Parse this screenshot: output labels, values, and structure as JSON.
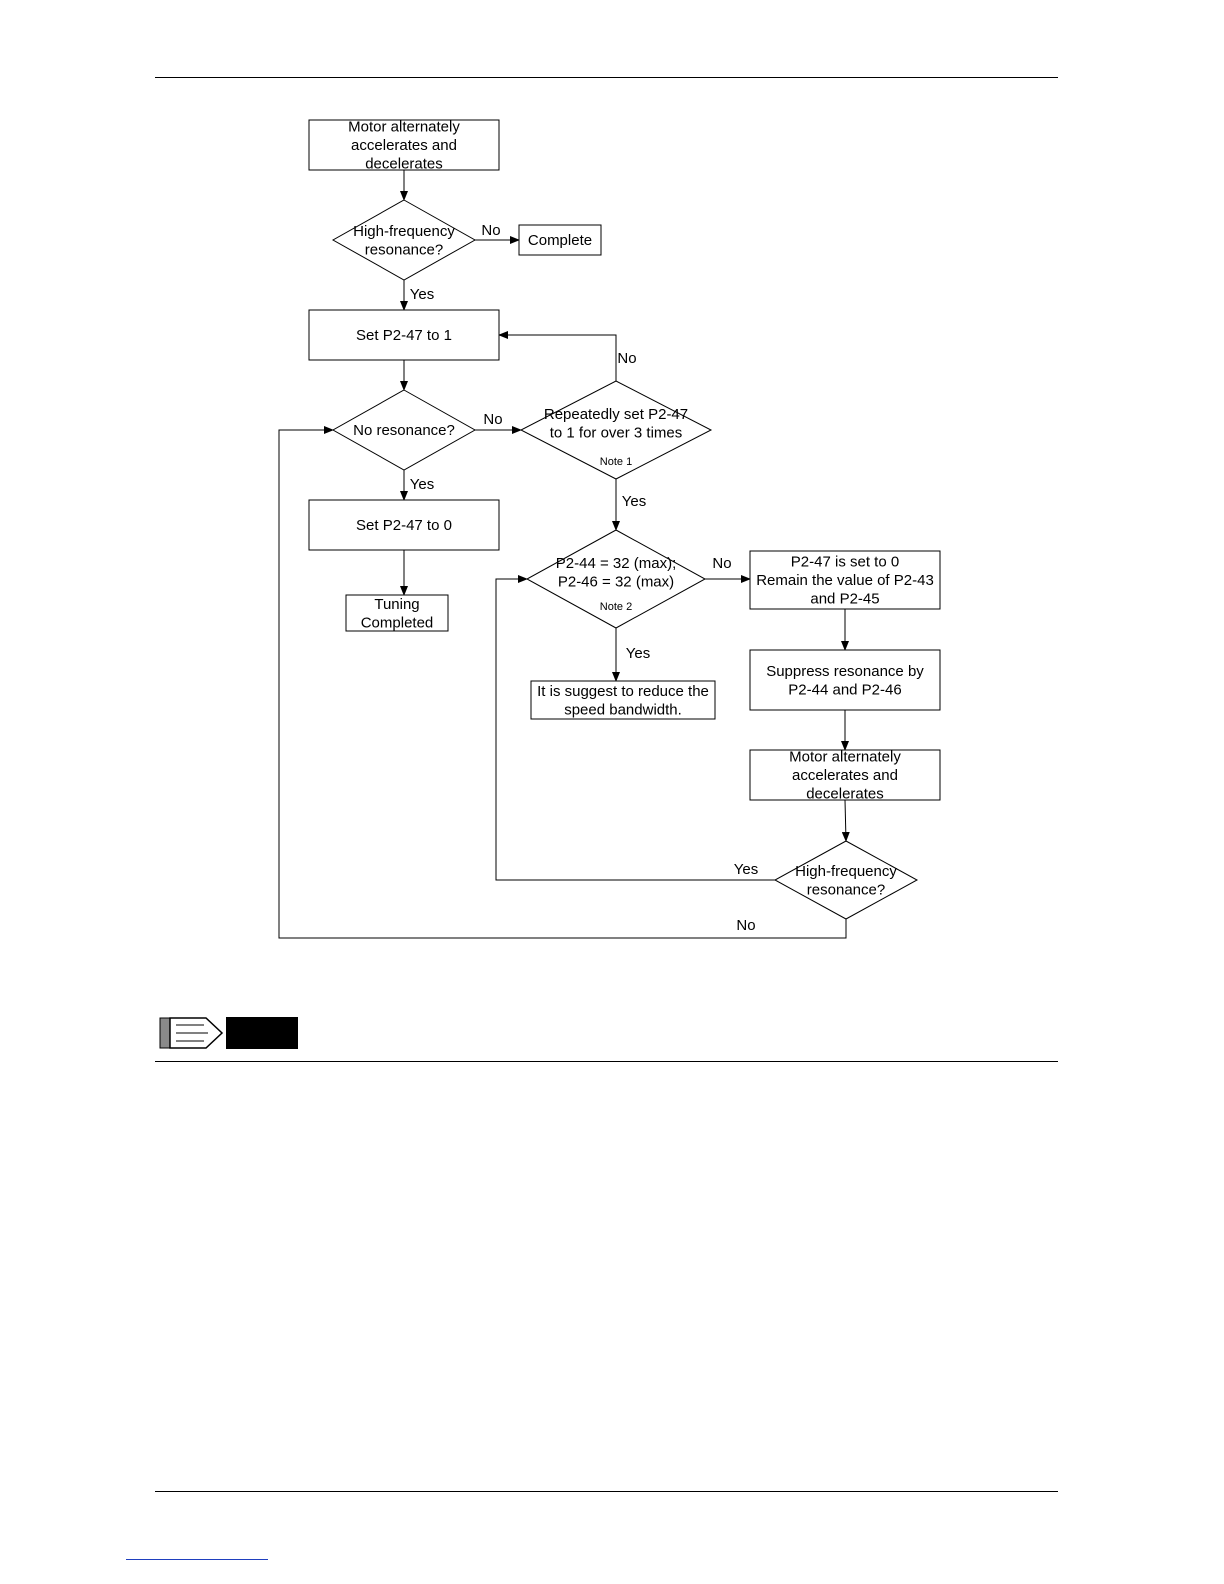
{
  "flowchart": {
    "nodes": [
      {
        "id": "start",
        "shape": "rect",
        "lines": [
          "Motor alternately",
          "accelerates and",
          "decelerates"
        ]
      },
      {
        "id": "d_hf1",
        "shape": "diamond",
        "lines": [
          "High-frequency",
          "resonance?"
        ]
      },
      {
        "id": "complete",
        "shape": "rect",
        "lines": [
          "Complete"
        ]
      },
      {
        "id": "set1",
        "shape": "rect",
        "lines": [
          "Set P2-47 to 1"
        ]
      },
      {
        "id": "d_nores",
        "shape": "diamond",
        "lines": [
          "No resonance?"
        ]
      },
      {
        "id": "d_repeat",
        "shape": "diamond",
        "lines": [
          "Repeatedly set P2-47",
          "to 1 for over 3 times"
        ],
        "note": "Note 1"
      },
      {
        "id": "set0",
        "shape": "rect",
        "lines": [
          "Set P2-47 to 0"
        ]
      },
      {
        "id": "tuning",
        "shape": "rect",
        "lines": [
          "Tuning",
          "Completed"
        ]
      },
      {
        "id": "d_max",
        "shape": "diamond",
        "lines": [
          "P2-44 = 32 (max);",
          "P2-46 = 32 (max)"
        ],
        "note": "Note 2"
      },
      {
        "id": "remain",
        "shape": "rect",
        "lines": [
          "P2-47 is set to 0",
          "Remain the value of P2-43",
          "and P2-45"
        ]
      },
      {
        "id": "suggest",
        "shape": "rect",
        "lines": [
          "It is suggest to reduce the",
          "speed bandwidth."
        ]
      },
      {
        "id": "suppress",
        "shape": "rect",
        "lines": [
          "Suppress resonance by",
          "P2-44 and P2-46"
        ]
      },
      {
        "id": "motor2",
        "shape": "rect",
        "lines": [
          "Motor alternately",
          "accelerates and",
          "decelerates"
        ]
      },
      {
        "id": "d_hf2",
        "shape": "diamond",
        "lines": [
          "High-frequency",
          "resonance?"
        ]
      }
    ],
    "edges": [
      {
        "from": "start",
        "to": "d_hf1",
        "label": ""
      },
      {
        "from": "d_hf1",
        "to": "complete",
        "label": "No"
      },
      {
        "from": "d_hf1",
        "to": "set1",
        "label": "Yes"
      },
      {
        "from": "set1",
        "to": "d_nores",
        "label": ""
      },
      {
        "from": "d_nores",
        "to": "d_repeat",
        "label": "No"
      },
      {
        "from": "d_repeat",
        "to": "set1",
        "label": "No"
      },
      {
        "from": "d_nores",
        "to": "set0",
        "label": "Yes"
      },
      {
        "from": "set0",
        "to": "tuning",
        "label": ""
      },
      {
        "from": "d_repeat",
        "to": "d_max",
        "label": "Yes"
      },
      {
        "from": "d_max",
        "to": "remain",
        "label": "No"
      },
      {
        "from": "d_max",
        "to": "suggest",
        "label": "Yes"
      },
      {
        "from": "remain",
        "to": "suppress",
        "label": ""
      },
      {
        "from": "suppress",
        "to": "motor2",
        "label": ""
      },
      {
        "from": "motor2",
        "to": "d_hf2",
        "label": ""
      },
      {
        "from": "d_hf2",
        "to": "d_max",
        "label": "Yes"
      },
      {
        "from": "d_hf2",
        "to": "d_nores",
        "label": "No"
      }
    ]
  },
  "note_icon": {
    "icon": "pencil-note-icon"
  }
}
